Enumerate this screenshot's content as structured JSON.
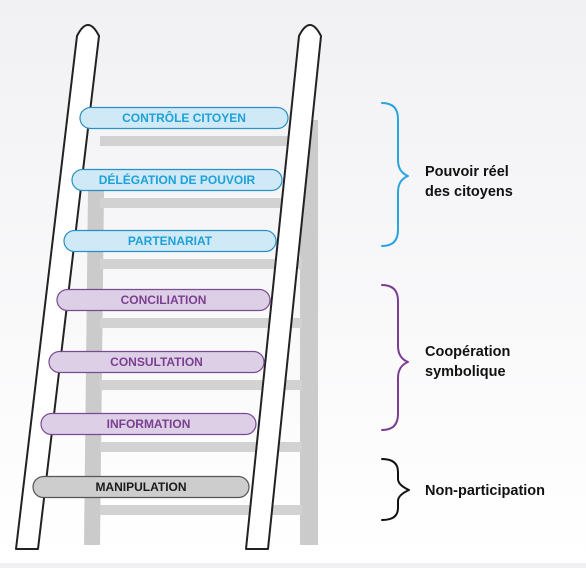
{
  "colors": {
    "power": {
      "fill": "#cfe9f7",
      "stroke": "#2a8fc4",
      "text": "#1ea1d8"
    },
    "symbolic": {
      "fill": "#ddd0e6",
      "stroke": "#7a4a92",
      "text": "#7a3f91"
    },
    "nonpart": {
      "fill": "#cdcdcd",
      "stroke": "#555555",
      "text": "#1a1a1a"
    },
    "bracket_power": "#2aa5dc",
    "bracket_symbolic": "#7a3f91",
    "bracket_nonpart": "#111111"
  },
  "rungs": [
    {
      "label": "CONTRÔLE CITOYEN",
      "group": "power"
    },
    {
      "label": "DÉLÉGATION DE POUVOIR",
      "group": "power"
    },
    {
      "label": "PARTENARIAT",
      "group": "power"
    },
    {
      "label": "CONCILIATION",
      "group": "symbolic"
    },
    {
      "label": "CONSULTATION",
      "group": "symbolic"
    },
    {
      "label": "INFORMATION",
      "group": "symbolic"
    },
    {
      "label": "MANIPULATION",
      "group": "nonpart"
    }
  ],
  "groups": {
    "power": {
      "line1": "Pouvoir réel",
      "line2": "des citoyens"
    },
    "symbolic": {
      "line1": "Coopération",
      "line2": "symbolique"
    },
    "nonpart": {
      "line1": "Non-participation"
    }
  }
}
